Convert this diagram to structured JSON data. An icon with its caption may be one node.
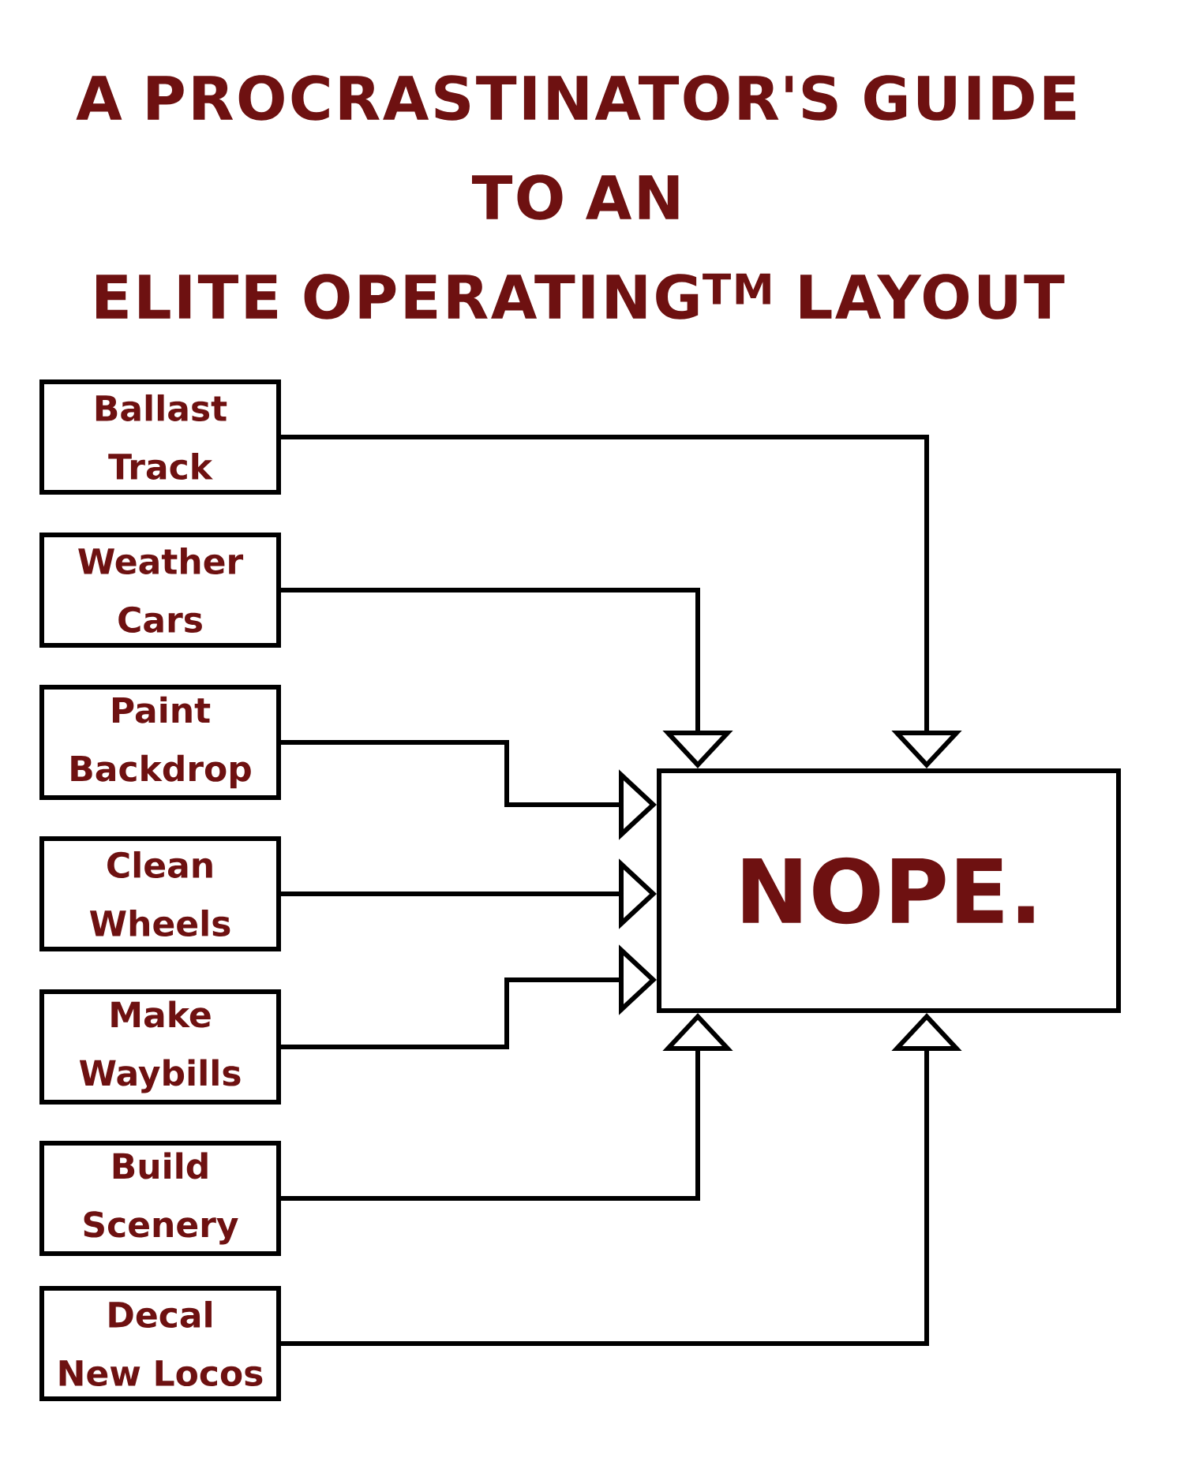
{
  "diagram": {
    "title": "A PROCRASTINATOR'S GUIDE TO AN ELITE OPERATING$^{TM}$ LAYOUT",
    "nodes": [
      {
        "text": [
          "Ballast Track"
        ]
      },
      {
        "text": [
          "Weather Cars"
        ]
      },
      {
        "text": [
          "Paint Backdrop"
        ]
      },
      {
        "text": [
          "Clean Wheels"
        ]
      },
      {
        "text": [
          "Make Waybills"
        ]
      },
      {
        "text": [
          "Build Scenery"
        ]
      },
      {
        "text": [
          "Decal New Locos"
        ]
      },
      {
        "text": [
          "NOPE."
        ]
      }
    ],
    "edges": [
      {
        "from": 0,
        "to": 7,
        "arrow": "to"
      },
      {
        "from": 1,
        "to": 7,
        "arrow": "to"
      },
      {
        "from": 2,
        "to": 7,
        "arrow": "to"
      },
      {
        "from": 3,
        "to": 7,
        "arrow": "to"
      },
      {
        "from": 4,
        "to": 7,
        "arrow": "to"
      },
      {
        "from": 5,
        "to": 7,
        "arrow": "to"
      },
      {
        "from": 6,
        "to": 7,
        "arrow": "to"
      }
    ]
  }
}
